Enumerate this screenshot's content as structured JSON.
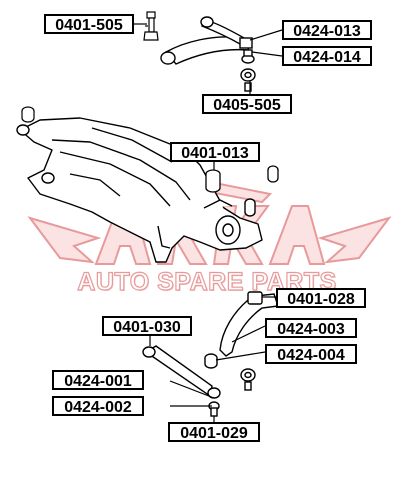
{
  "watermark": {
    "brand": "AKKA",
    "tagline": "AUTO SPARE PARTS",
    "colors": {
      "outline": "#e89a9a",
      "fill": "#fbe3e3"
    }
  },
  "labels": {
    "p0401_505": "0401-505",
    "p0424_013": "0424-013",
    "p0424_014": "0424-014",
    "p0405_505": "0405-505",
    "p0401_013": "0401-013",
    "p0401_028": "0401-028",
    "p0401_030": "0401-030",
    "p0424_003": "0424-003",
    "p0424_004": "0424-004",
    "p0424_001": "0424-001",
    "p0424_002": "0424-002",
    "p0401_029": "0401-029"
  },
  "colors": {
    "line": "#000000",
    "label_border": "#000000",
    "background": "#ffffff"
  }
}
